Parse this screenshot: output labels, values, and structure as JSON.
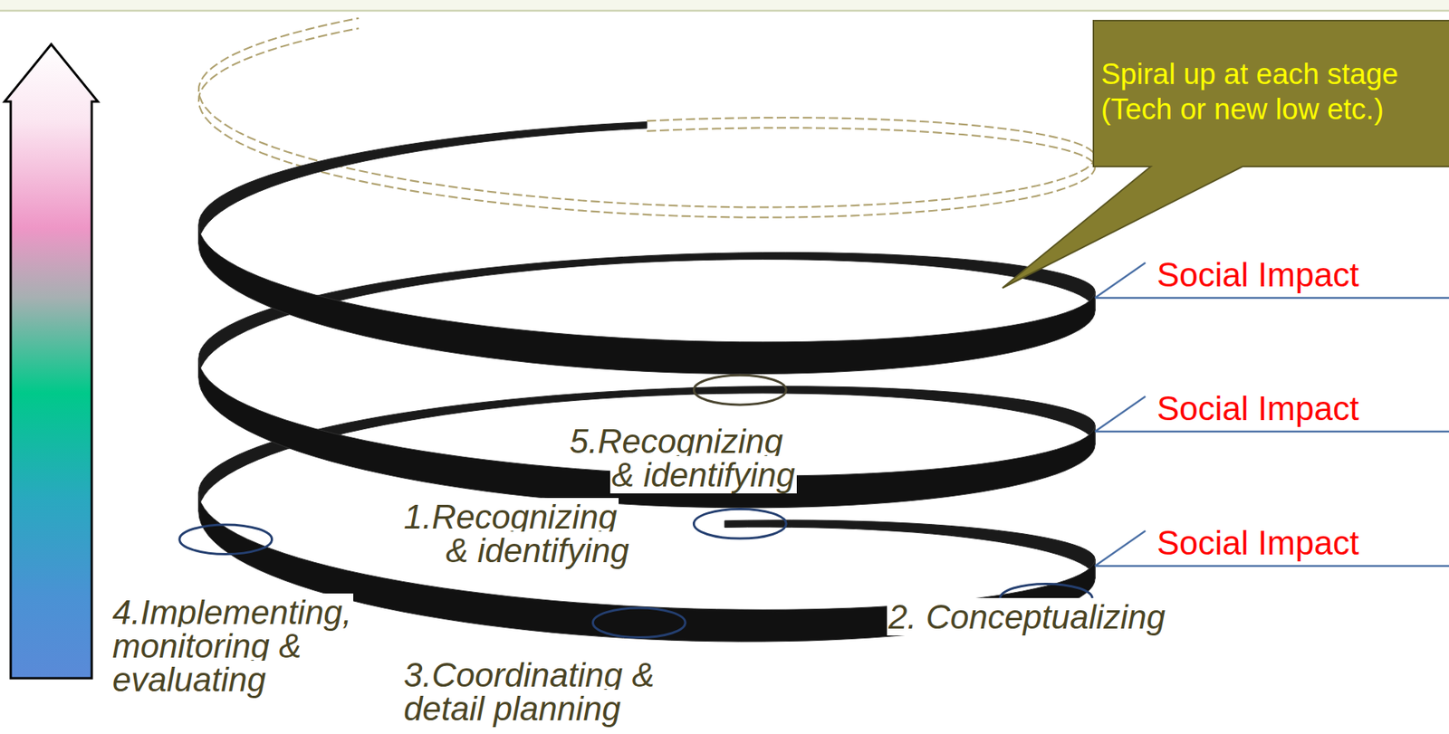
{
  "diagram": {
    "nodes": [
      {
        "text": [
          "Spiral up at each stage (Tech or new low etc.)"
        ]
      }
    ],
    "labels": [
      "Social Impact",
      "Social Impact",
      "Social Impact",
      "5.Recognizing & identifying",
      "1.Recognizing & identifying",
      "4.Implementing, monitoring & evaluating",
      "2. Conceptualizing",
      "3.Coordinating & detail planning"
    ]
  }
}
